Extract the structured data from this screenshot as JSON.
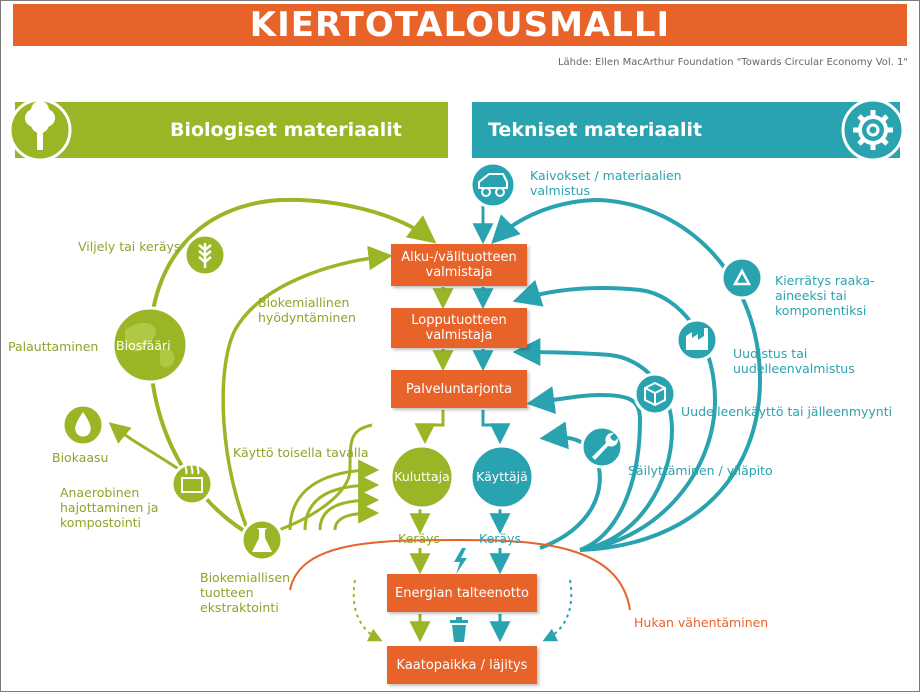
{
  "title": "KIERTOTALOUSMALLI",
  "source": "Lähde: Ellen MacArthur Foundation \"Towards Circular Economy Vol. 1\"",
  "colors": {
    "green": "#9ab526",
    "teal": "#2aa3b0",
    "orange": "#e8632a"
  },
  "biological": {
    "header": "Biologiset materiaalit",
    "cultivation": "Viljely tai keräys",
    "biosphere": "Biosfääri",
    "restoration": "Palauttaminen",
    "biogas": "Biokaasu",
    "anaerobic": "Anaerobinen hajottaminen ja kompostointi",
    "biochemical_recovery": "Biokemiallinen hyödyntäminen",
    "cascades": "Käyttö toisella tavalla",
    "extraction": "Biokemiallisen tuotteen ekstraktointi",
    "consumer": "Kuluttaja",
    "collection": "Keräys"
  },
  "technical": {
    "header": "Tekniset materiaalit",
    "mining": "Kaivokset / materiaalien valmistus",
    "recycling": "Kierrätys raaka-aineeksi tai komponentiksi",
    "refurbish": "Uudistus tai uudelleenvalmistus",
    "reuse": "Uudelleenkäyttö tai jälleenmyynti",
    "maintenance": "Säilyttäminen / ylläpito",
    "user": "Käyttäjä",
    "collection": "Keräys"
  },
  "center": {
    "parts": "Alku-/välituotteen valmistaja",
    "product": "Lopputuotteen valmistaja",
    "service": "Palveluntarjonta",
    "energy": "Energian talteenotto",
    "landfill": "Kaatopaikka / läjitys",
    "leakage": "Hukan vähentäminen"
  }
}
